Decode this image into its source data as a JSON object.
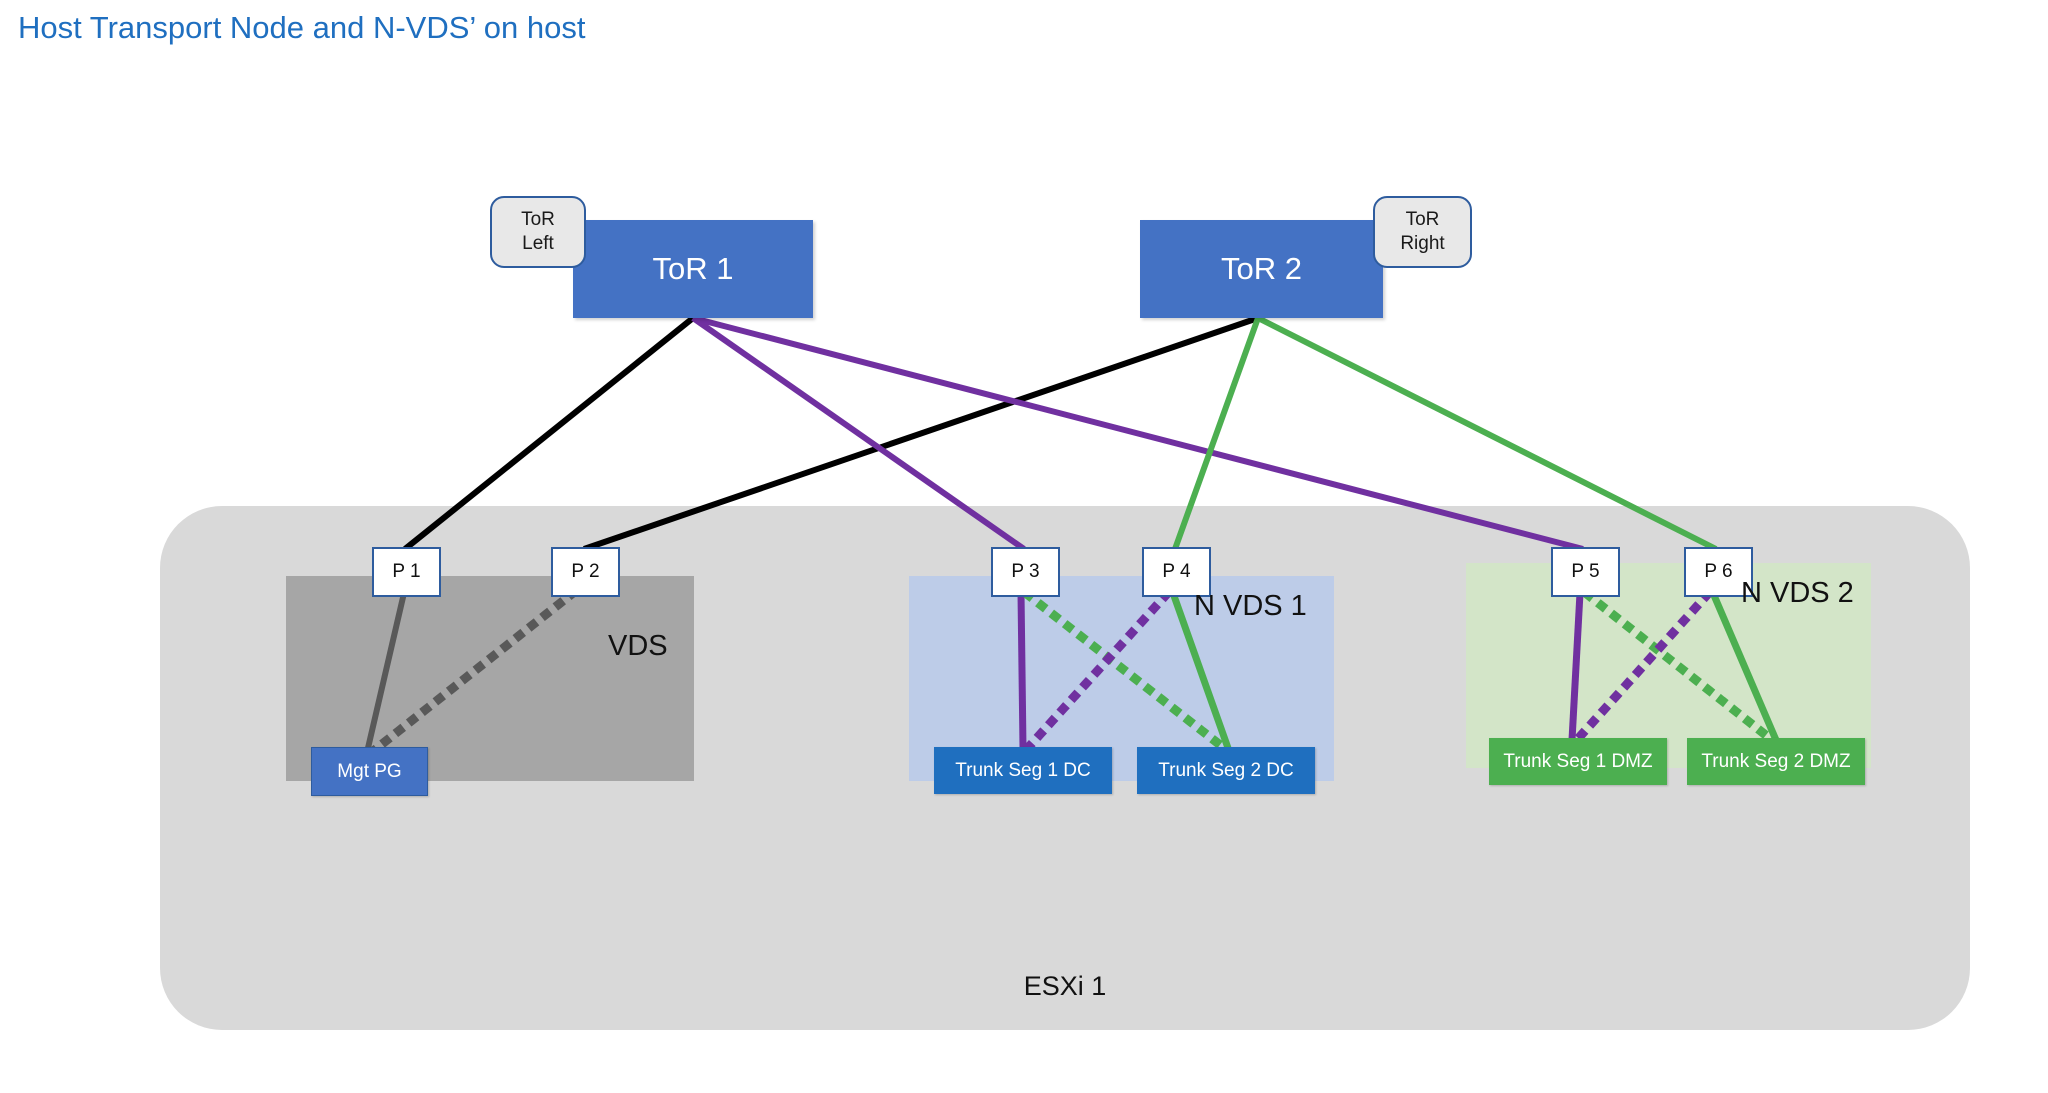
{
  "title": "Host Transport Node and N-VDS’ on host",
  "colors": {
    "title": "#1F6FC0",
    "tor_fill": "#4472C4",
    "host_fill": "#D9D9D9",
    "vds_panel": "#A6A6A6",
    "nvds1_panel": "#BDCCE8",
    "nvds2_panel": "#D3E5C8",
    "segment_dc": "#1F6FBF",
    "segment_dmz": "#4CAF50",
    "link_black": "#000000",
    "link_purple": "#7030A0",
    "link_green": "#4CAF50",
    "link_gray": "#595959"
  },
  "tor_switches": [
    {
      "id": "tor-1",
      "label": "ToR 1",
      "callout": "ToR\nLeft",
      "callout_line1": "ToR",
      "callout_line2": "Left"
    },
    {
      "id": "tor-2",
      "label": "ToR 2",
      "callout": "ToR\nRight",
      "callout_line1": "ToR",
      "callout_line2": "Right"
    }
  ],
  "host": {
    "label": "ESXi 1"
  },
  "ports": [
    {
      "id": "p1",
      "label": "P 1"
    },
    {
      "id": "p2",
      "label": "P 2"
    },
    {
      "id": "p3",
      "label": "P 3"
    },
    {
      "id": "p4",
      "label": "P 4"
    },
    {
      "id": "p5",
      "label": "P 5"
    },
    {
      "id": "p6",
      "label": "P 6"
    }
  ],
  "switches": [
    {
      "id": "vds",
      "label": "VDS",
      "type": "vds"
    },
    {
      "id": "nvds1",
      "label": "N VDS 1",
      "type": "nvds"
    },
    {
      "id": "nvds2",
      "label": "N VDS 2",
      "type": "nvds"
    }
  ],
  "segments": [
    {
      "id": "mgt-pg",
      "label": "Mgt PG",
      "switch": "vds"
    },
    {
      "id": "trunk1-dc",
      "label": "Trunk Seg 1 DC",
      "switch": "nvds1"
    },
    {
      "id": "trunk2-dc",
      "label": "Trunk Seg 2 DC",
      "switch": "nvds1"
    },
    {
      "id": "trunk1-dmz",
      "label": "Trunk Seg 1 DMZ",
      "switch": "nvds2"
    },
    {
      "id": "trunk2-dmz",
      "label": "Trunk Seg 2 DMZ",
      "switch": "nvds2"
    }
  ],
  "uplinks": [
    {
      "from": "tor-1",
      "to": "p1",
      "color": "#000000",
      "style": "solid"
    },
    {
      "from": "tor-1",
      "to": "p3",
      "color": "#7030A0",
      "style": "solid"
    },
    {
      "from": "tor-1",
      "to": "p5",
      "color": "#7030A0",
      "style": "solid"
    },
    {
      "from": "tor-2",
      "to": "p2",
      "color": "#000000",
      "style": "solid"
    },
    {
      "from": "tor-2",
      "to": "p4",
      "color": "#4CAF50",
      "style": "solid"
    },
    {
      "from": "tor-2",
      "to": "p6",
      "color": "#4CAF50",
      "style": "solid"
    }
  ],
  "internal_links": [
    {
      "from": "p1",
      "to": "mgt-pg",
      "color": "#595959",
      "style": "solid"
    },
    {
      "from": "p2",
      "to": "mgt-pg",
      "color": "#595959",
      "style": "dotted"
    },
    {
      "from": "p3",
      "to": "trunk1-dc",
      "color": "#7030A0",
      "style": "solid"
    },
    {
      "from": "p3",
      "to": "trunk2-dc",
      "color": "#4CAF50",
      "style": "dotted"
    },
    {
      "from": "p4",
      "to": "trunk2-dc",
      "color": "#4CAF50",
      "style": "solid"
    },
    {
      "from": "p4",
      "to": "trunk1-dc",
      "color": "#7030A0",
      "style": "dotted"
    },
    {
      "from": "p5",
      "to": "trunk1-dmz",
      "color": "#7030A0",
      "style": "solid"
    },
    {
      "from": "p5",
      "to": "trunk2-dmz",
      "color": "#4CAF50",
      "style": "dotted"
    },
    {
      "from": "p6",
      "to": "trunk2-dmz",
      "color": "#4CAF50",
      "style": "solid"
    },
    {
      "from": "p6",
      "to": "trunk1-dmz",
      "color": "#7030A0",
      "style": "dotted"
    }
  ]
}
